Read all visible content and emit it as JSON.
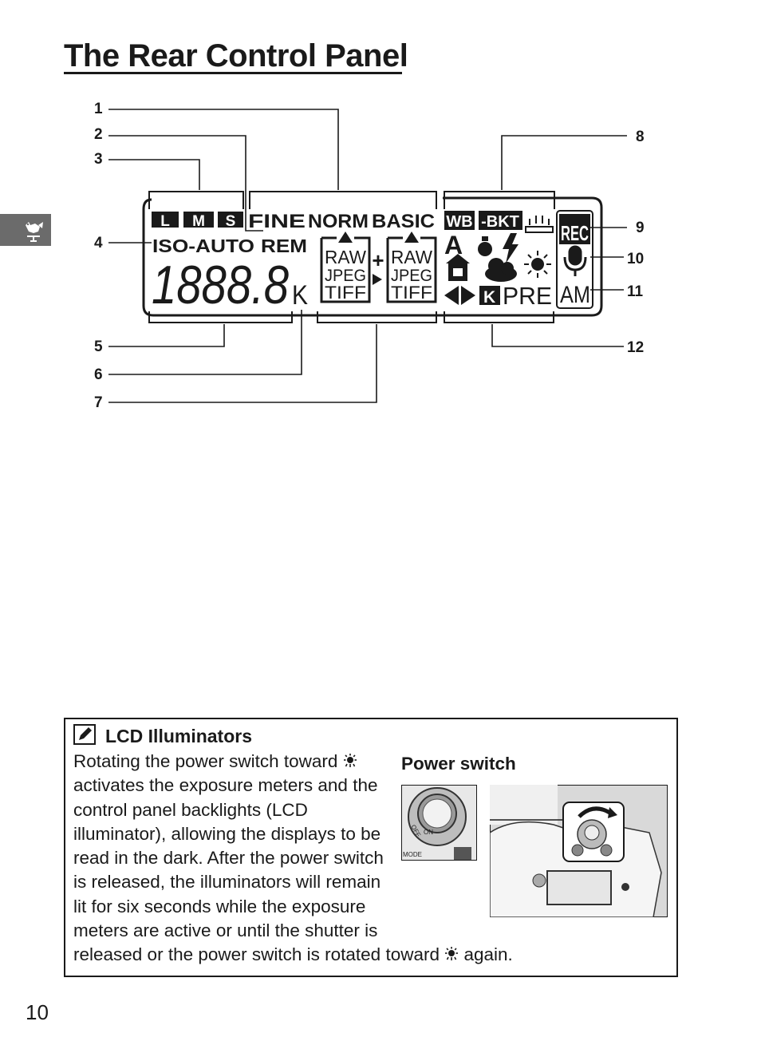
{
  "page": {
    "title": "The Rear Control Panel",
    "number": "10"
  },
  "side_tab": {
    "icon": "camera-setup-rooster-icon"
  },
  "diagram": {
    "callouts": [
      "1",
      "2",
      "3",
      "4",
      "5",
      "6",
      "7",
      "8",
      "9",
      "10",
      "11",
      "12"
    ],
    "lcd": {
      "size_l": "L",
      "size_m": "M",
      "size_s": "S",
      "fine": "FINE",
      "norm": "NORM",
      "basic": "BASIC",
      "iso_auto": "ISO-AUTO",
      "rem": "REM",
      "digits": "1888.8",
      "k": "K",
      "format_left": [
        "RAW",
        "JPEG",
        "TIFF"
      ],
      "plus": "+",
      "format_right": [
        "RAW",
        "JPEG",
        "TIFF"
      ],
      "wb": "WB",
      "bkt": "-BKT",
      "a": "A",
      "k_box": "K",
      "pre": "PRE",
      "rec": "REC",
      "am": "AM"
    }
  },
  "note": {
    "icon": "pencil-note-icon",
    "title": "LCD Illuminators",
    "text_1": "Rotating the power switch toward ",
    "text_2": " activates the exposure meters and the control panel backlights (LCD illuminator), allowing the displays to be read in the dark. After the power switch is released, the illuminators will remain lit for six seconds while the exposure meters are active or until the shutter is released or the power switch is rotated toward ",
    "text_3": " again.",
    "symbol": "illuminator-sun-icon",
    "figure_label": "Power switch",
    "photo_labels": {
      "off": "OFF",
      "on": "ON",
      "mode": "MODE"
    }
  }
}
